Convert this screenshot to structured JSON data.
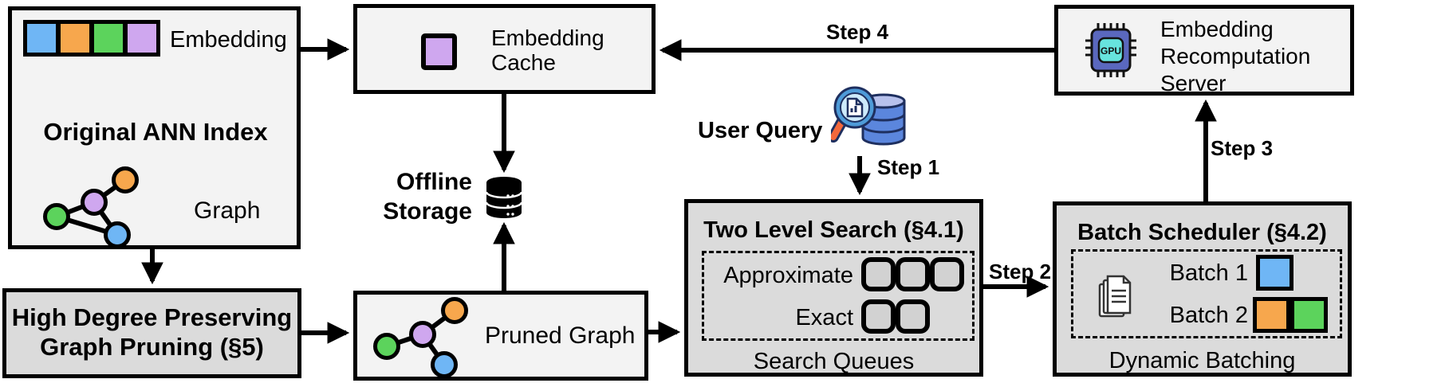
{
  "palette": {
    "blue": "#6FB6F5",
    "orange": "#F7A74D",
    "green": "#5CD35C",
    "purple": "#CFA7EF",
    "box_light": "#F3F3F3",
    "box_dark": "#DBDBDB",
    "slot_gray": "#D2D2D2",
    "black": "#000000",
    "ring_blue": "#4E9BD8",
    "lens_blue": "#CDEAFB",
    "handle_orange": "#F3683C",
    "db_blue": "#5B86DD",
    "db_top": "#B7C1EC",
    "outline_navy": "#1E2F5F",
    "gpu_body": "#5A68BE",
    "gpu_screen": "#67E4DE"
  },
  "icons": {
    "original_index": "graph-icon",
    "embedding_bar": "embedding-swatch-icon",
    "embedding_cache": "purple-embedding-icon",
    "offline_storage": "database-icon",
    "pruned_graph": "pruned-graph-icon",
    "user_query": "magnifier-database-icon",
    "batch_scheduler": "documents-icon",
    "recomputation_server": "gpu-chip-icon"
  },
  "boxes": {
    "original_ann_index": {
      "title": "Original ANN Index",
      "embedding_label": "Embedding",
      "graph_label": "Graph",
      "embedding_colors": [
        "blue",
        "orange",
        "green",
        "purple"
      ]
    },
    "graph_pruning": {
      "title_line1": "High Degree Preserving",
      "title_line2": "Graph Pruning (§5)"
    },
    "embedding_cache": {
      "title_line1": "Embedding",
      "title_line2": "Cache"
    },
    "offline_storage": {
      "label_line1": "Offline",
      "label_line2": "Storage"
    },
    "pruned_graph": {
      "label": "Pruned Graph"
    },
    "two_level_search": {
      "title": "Two Level Search (§4.1)",
      "level1_label": "Approximate",
      "level2_label": "Exact",
      "level1_slots": 3,
      "level2_slots": 2,
      "caption": "Search Queues"
    },
    "batch_scheduler": {
      "title": "Batch Scheduler (§4.2)",
      "batch1_label": "Batch 1",
      "batch2_label": "Batch 2",
      "batch1_colors": [
        "blue"
      ],
      "batch2_colors": [
        "orange",
        "green"
      ],
      "caption": "Dynamic Batching"
    },
    "recomputation_server": {
      "title_line1": "Embedding",
      "title_line2": "Recomputation",
      "title_line3": "Server",
      "gpu_label": "GPU"
    }
  },
  "user_query": {
    "label": "User Query"
  },
  "steps": {
    "step1": "Step 1",
    "step2": "Step 2",
    "step3": "Step 3",
    "step4": "Step 4"
  }
}
